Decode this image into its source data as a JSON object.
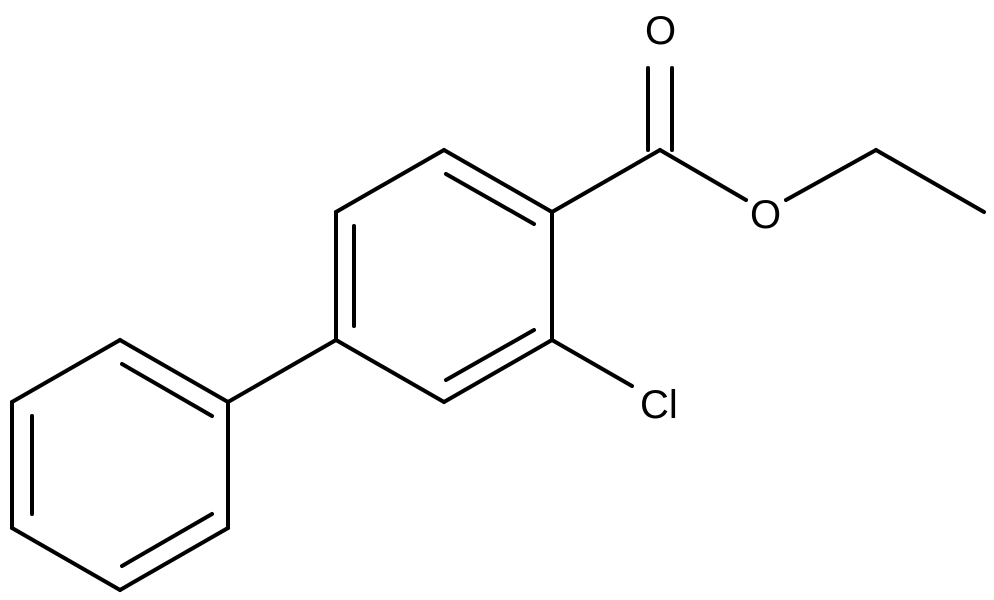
{
  "molecule": {
    "atom_labels": {
      "carbonyl_oxygen": "O",
      "ester_oxygen": "O",
      "chlorine": "Cl"
    },
    "colors": {
      "bond": "#000000",
      "label": "#000000",
      "background": "#ffffff"
    }
  }
}
